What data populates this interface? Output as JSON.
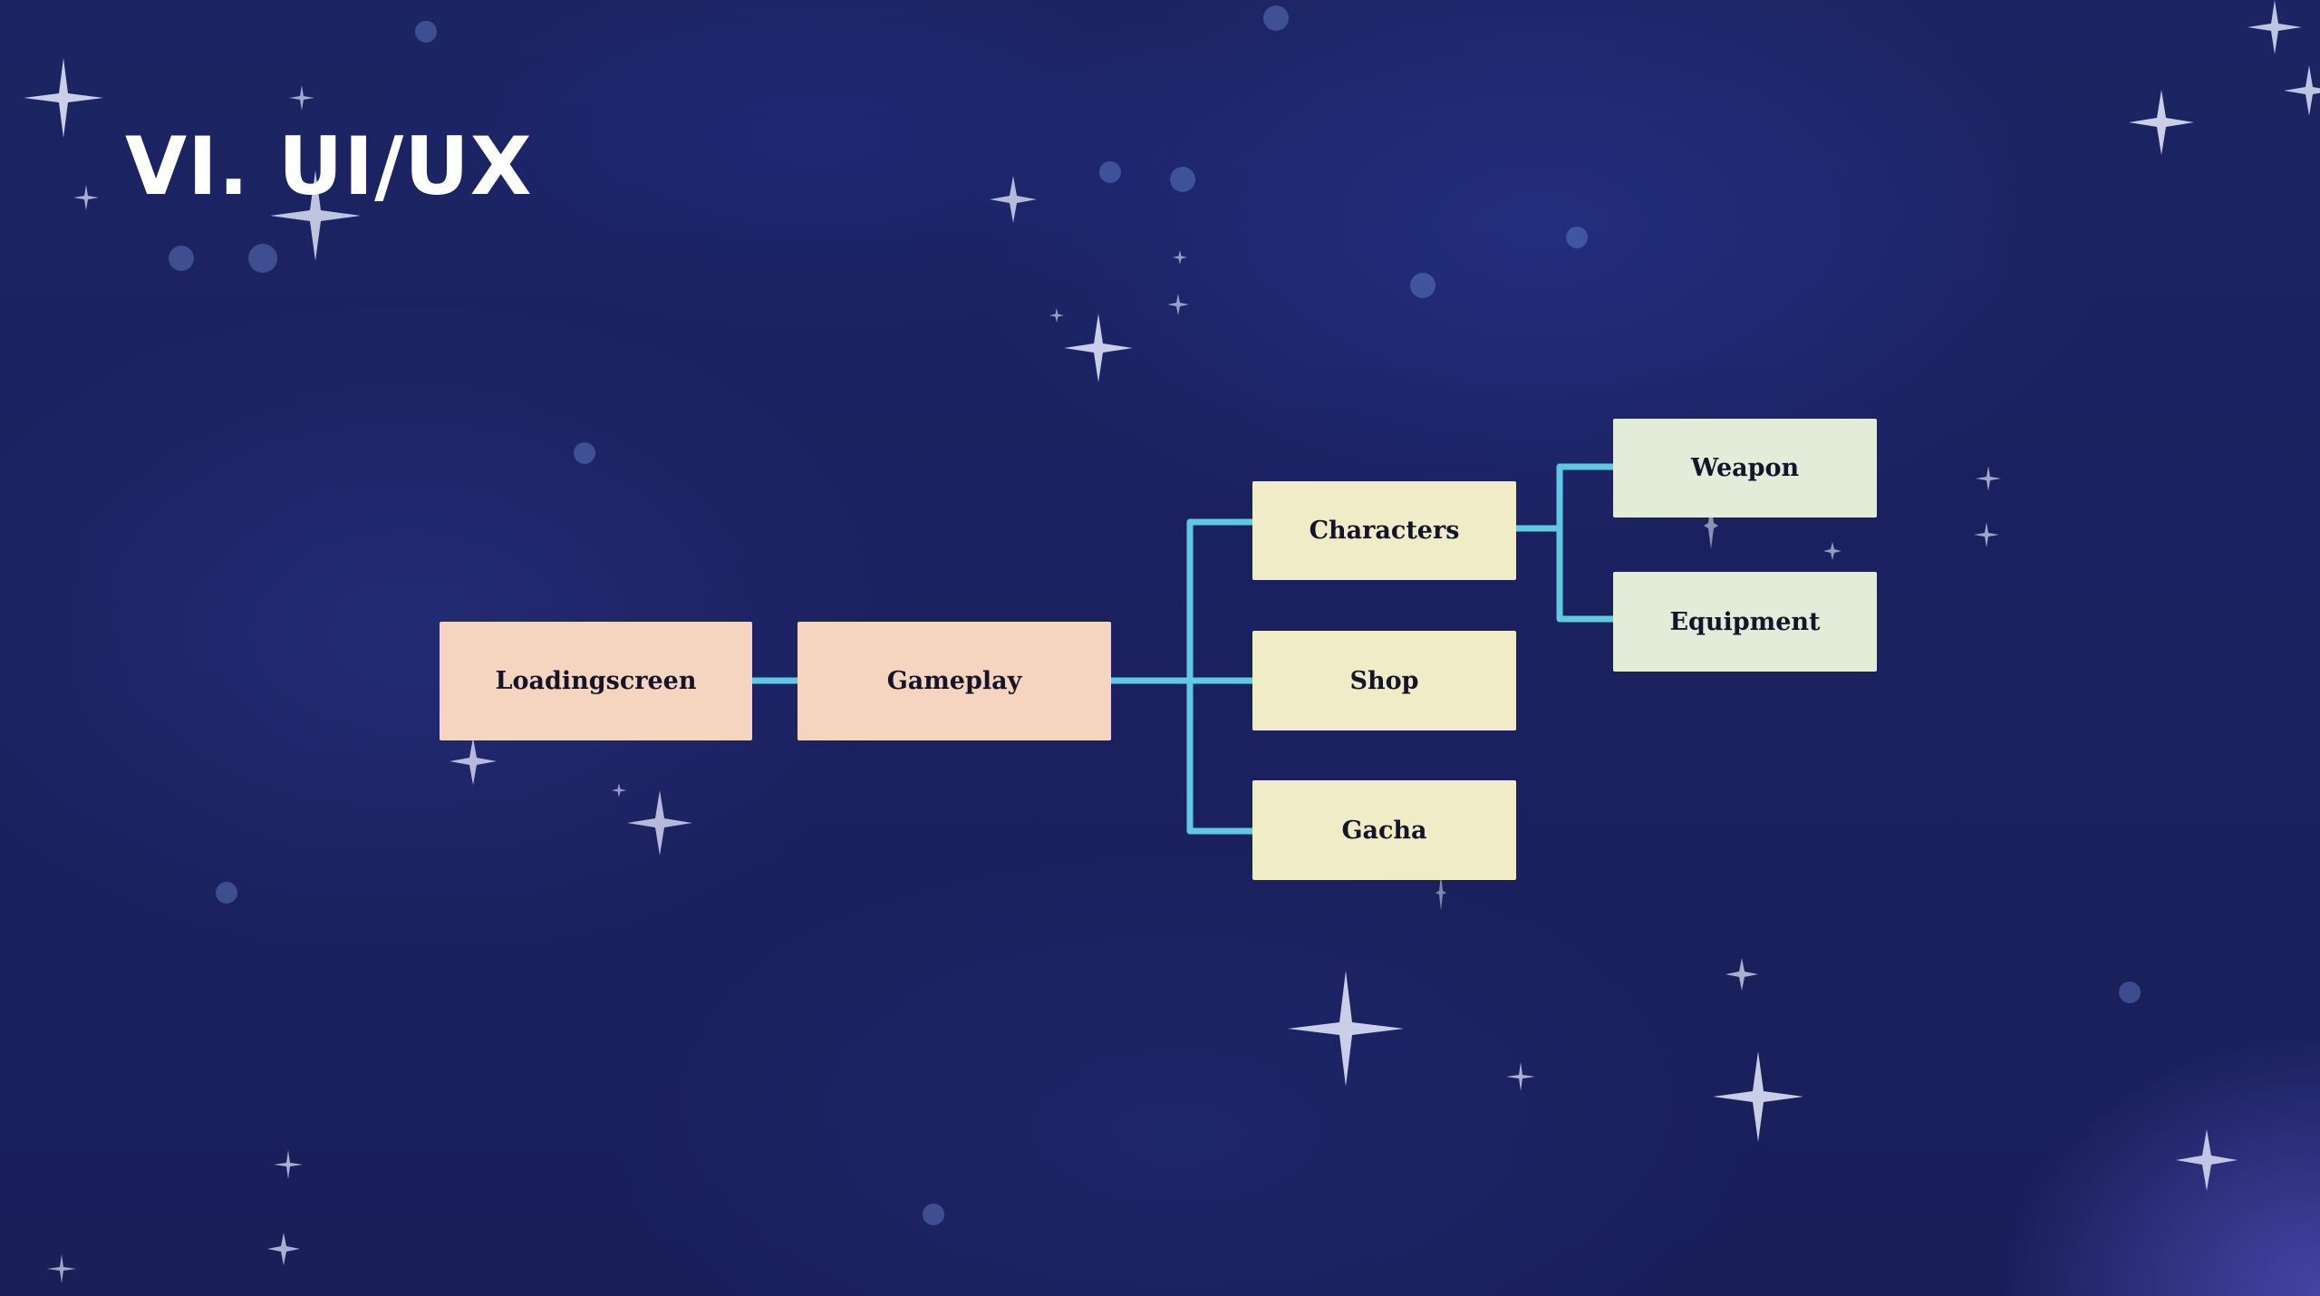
{
  "slide": {
    "title": "VI. UI/UX"
  },
  "colors": {
    "connector": "#5ec9e0",
    "node_root": "#f5d5c0",
    "node_mid": "#f0ecc8",
    "node_leaf": "#e2ecd9",
    "title": "#ffffff"
  },
  "nodes": {
    "loadingscreen": "Loadingscreen",
    "gameplay": "Gameplay",
    "characters": "Characters",
    "shop": "Shop",
    "gacha": "Gacha",
    "weapon": "Weapon",
    "equipment": "Equipment"
  },
  "edges": [
    [
      "Loadingscreen",
      "Gameplay"
    ],
    [
      "Gameplay",
      "Characters"
    ],
    [
      "Gameplay",
      "Shop"
    ],
    [
      "Gameplay",
      "Gacha"
    ],
    [
      "Characters",
      "Weapon"
    ],
    [
      "Characters",
      "Equipment"
    ]
  ]
}
